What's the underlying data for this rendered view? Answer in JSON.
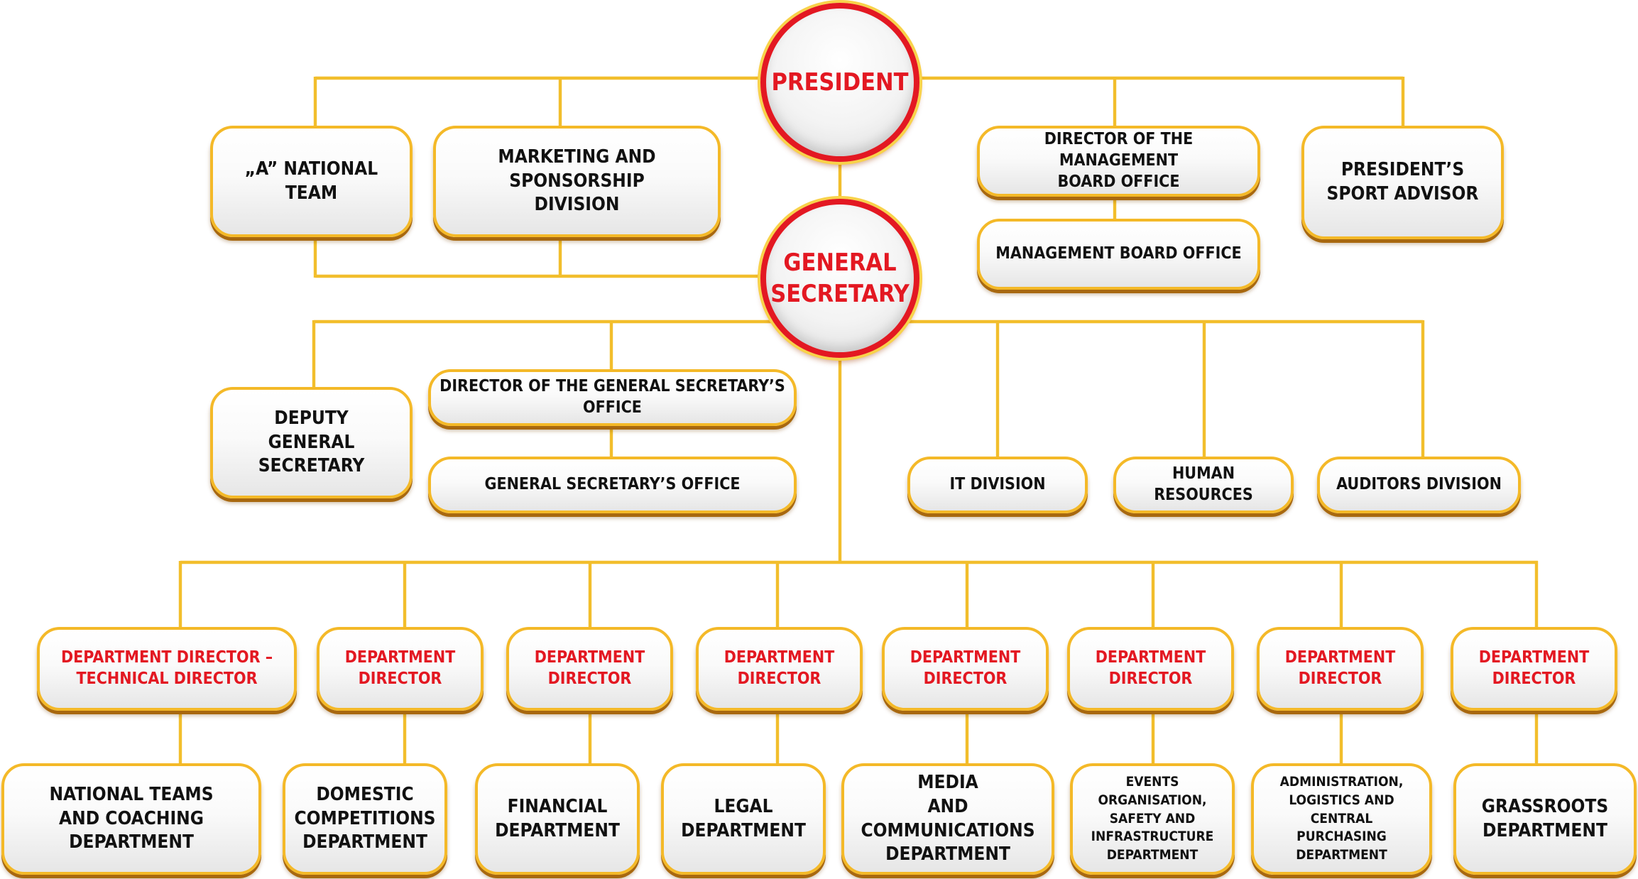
{
  "leadership": {
    "president": "PRESIDENT",
    "general_secretary": "GENERAL\nSECRETARY"
  },
  "president_units": {
    "a_national_team": "„A” NATIONAL TEAM",
    "marketing": "MARKETING AND SPONSORSHIP\nDIVISION",
    "director_management_board_office": "DIRECTOR OF THE MANAGEMENT\nBOARD OFFICE",
    "management_board_office": "MANAGEMENT BOARD OFFICE",
    "sport_advisor": "PRESIDENT’S\nSPORT ADVISOR"
  },
  "secretary_units": {
    "deputy": "DEPUTY\nGENERAL SECRETARY",
    "director_gs_office": "DIRECTOR OF THE GENERAL SECRETARY’S\nOFFICE",
    "gs_office": "GENERAL SECRETARY’S OFFICE",
    "it": "IT DIVISION",
    "hr": "HUMAN RESOURCES",
    "auditors": "AUDITORS DIVISION"
  },
  "departments": [
    {
      "director": "DEPARTMENT DIRECTOR –\nTECHNICAL DIRECTOR",
      "department": "NATIONAL TEAMS\nAND COACHING DEPARTMENT"
    },
    {
      "director": "DEPARTMENT\nDIRECTOR",
      "department": "DOMESTIC\nCOMPETITIONS\nDEPARTMENT"
    },
    {
      "director": "DEPARTMENT\nDIRECTOR",
      "department": "FINANCIAL\nDEPARTMENT"
    },
    {
      "director": "DEPARTMENT\nDIRECTOR",
      "department": "LEGAL\nDEPARTMENT"
    },
    {
      "director": "DEPARTMENT\nDIRECTOR",
      "department": "MEDIA\nAND COMMUNICATIONS\nDEPARTMENT"
    },
    {
      "director": "DEPARTMENT\nDIRECTOR",
      "department": "EVENTS ORGANISATION,\nSAFETY AND\nINFRASTRUCTURE\nDEPARTMENT"
    },
    {
      "director": "DEPARTMENT\nDIRECTOR",
      "department": "ADMINISTRATION,\nLOGISTICS AND CENTRAL\nPURCHASING DEPARTMENT"
    },
    {
      "director": "DEPARTMENT\nDIRECTOR",
      "department": "GRASSROOTS\nDEPARTMENT"
    }
  ],
  "colors": {
    "connector": "#F2BE2C",
    "box_border": "#F4B928",
    "highlight_text": "#E31822",
    "body_text": "#111111"
  }
}
